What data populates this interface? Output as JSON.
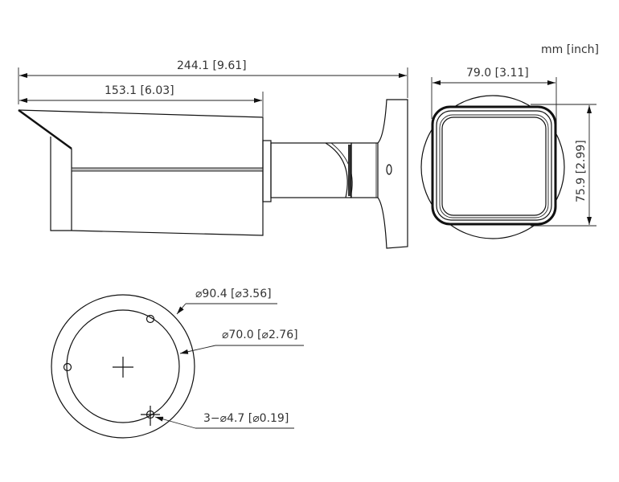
{
  "units_label": "mm [inch]",
  "side_view": {
    "overall_length": "244.1 [9.61]",
    "housing_length": "153.1 [6.03]"
  },
  "front_view": {
    "width": "79.0 [3.11]",
    "height": "75.9 [2.99]"
  },
  "base_view": {
    "outer_diameter": "⌀90.4 [⌀3.56]",
    "hole_circle_diameter": "⌀70.0 [⌀2.76]",
    "mounting_holes": "3−⌀4.7 [⌀0.19]"
  }
}
